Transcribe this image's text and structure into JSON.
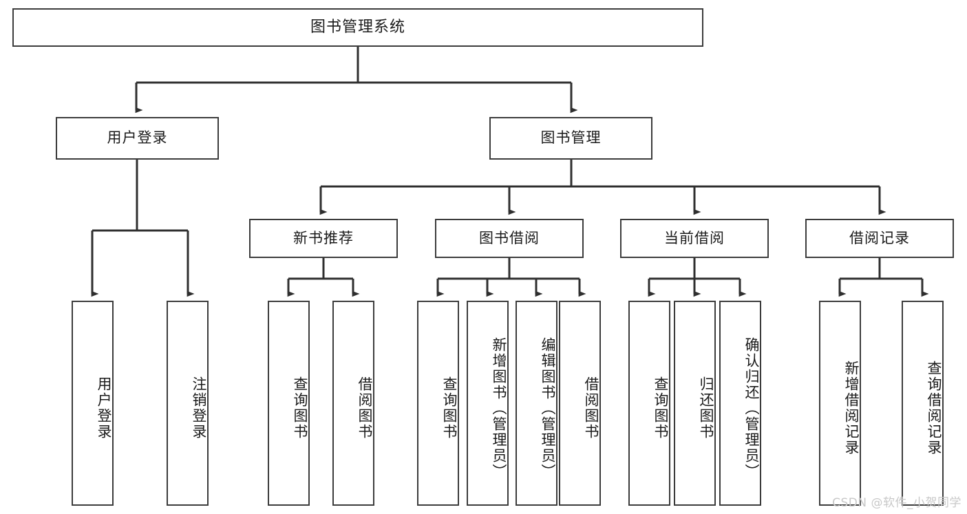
{
  "diagram": {
    "type": "tree-hierarchy-chart",
    "title": "图书管理系统",
    "colors": {
      "box_border": "#3b3b3b",
      "box_fill": "#ffffff",
      "line": "#2f2f2f",
      "background": "#ffffff",
      "watermark": "#c8c8c8"
    },
    "levels": {
      "root": {
        "label": "图书管理系统"
      },
      "level2": [
        {
          "label": "用户登录"
        },
        {
          "label": "图书管理"
        }
      ],
      "level3": [
        {
          "label": "新书推荐"
        },
        {
          "label": "图书借阅"
        },
        {
          "label": "当前借阅"
        },
        {
          "label": "借阅记录"
        }
      ],
      "leaves": [
        {
          "label": "用户登录",
          "parent": "用户登录"
        },
        {
          "label": "注销登录",
          "parent": "用户登录"
        },
        {
          "label": "查询图书",
          "parent": "新书推荐"
        },
        {
          "label": "借阅图书",
          "parent": "新书推荐"
        },
        {
          "label": "查询图书",
          "parent": "图书借阅"
        },
        {
          "label": "新增图书（管理员）",
          "parent": "图书借阅"
        },
        {
          "label": "编辑图书（管理员）",
          "parent": "图书借阅"
        },
        {
          "label": "借阅图书",
          "parent": "图书借阅"
        },
        {
          "label": "查询图书",
          "parent": "当前借阅"
        },
        {
          "label": "归还图书",
          "parent": "当前借阅"
        },
        {
          "label": "确认归还（管理员）",
          "parent": "当前借阅"
        },
        {
          "label": "新增借阅记录",
          "parent": "借阅记录"
        },
        {
          "label": "查询借阅记录",
          "parent": "借阅记录"
        }
      ]
    }
  },
  "watermark": {
    "text": "CSDN @软件_小贺同学"
  }
}
